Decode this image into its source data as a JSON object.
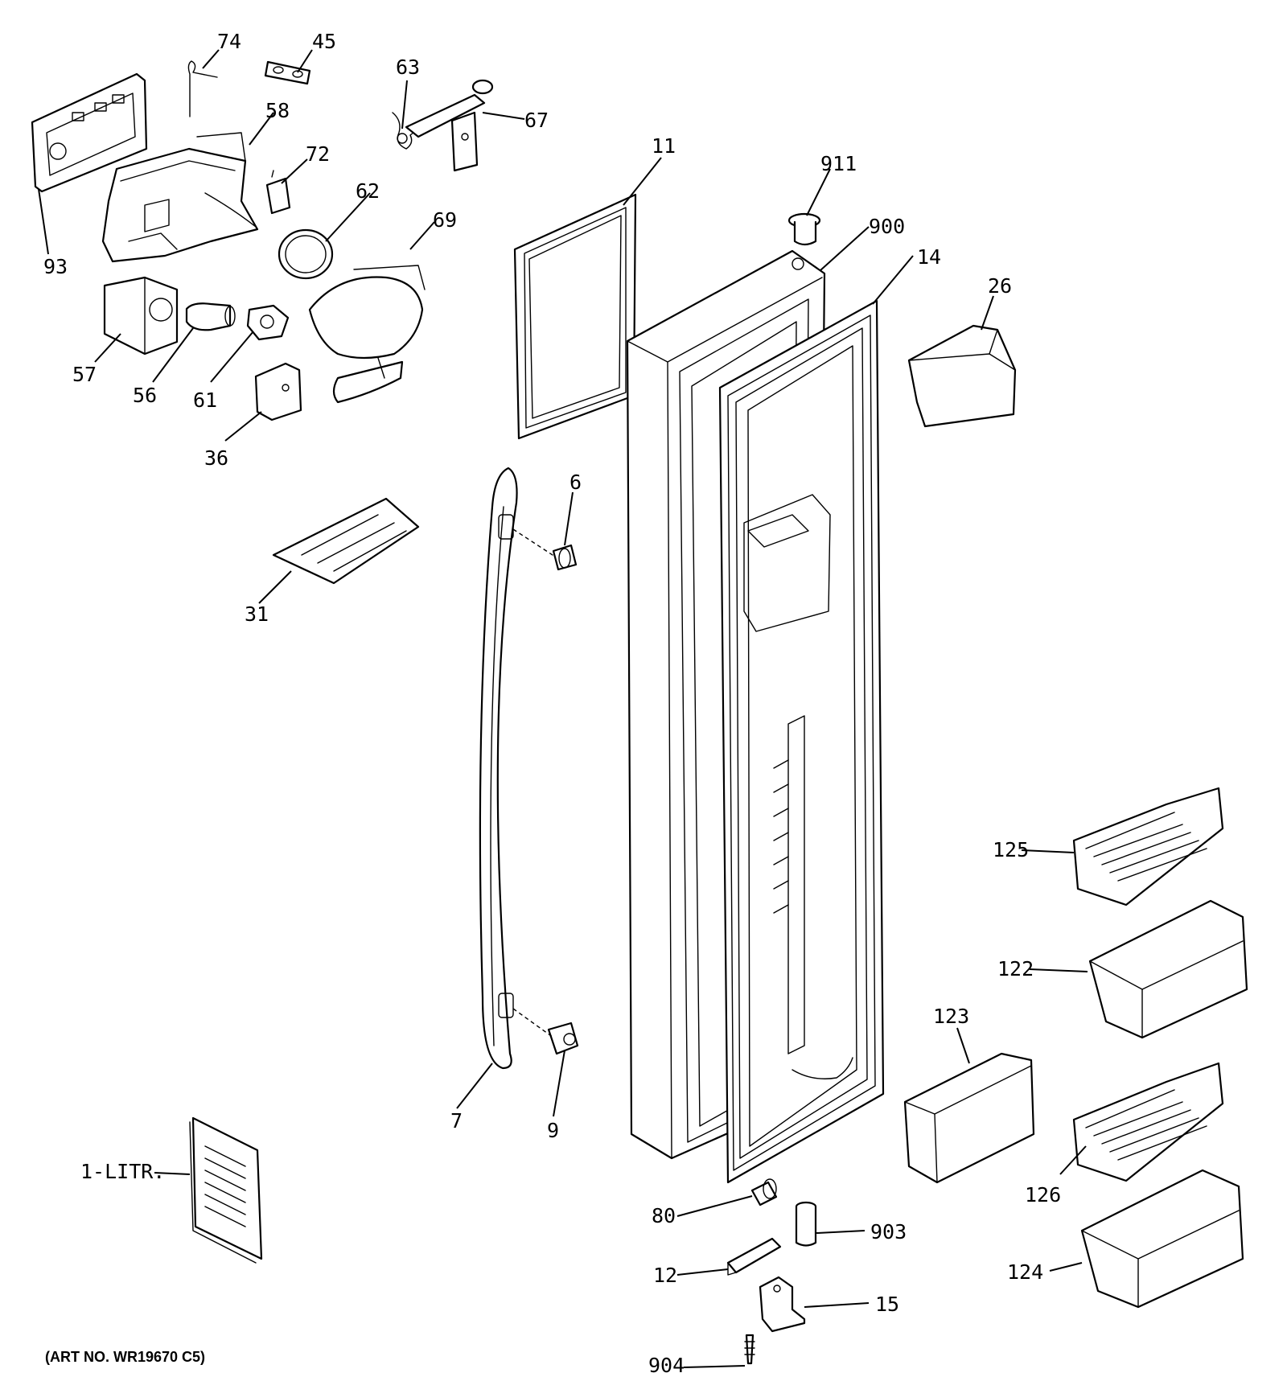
{
  "art_number": "(ART NO. WR19670 C5)",
  "callouts": {
    "c74": "74",
    "c45": "45",
    "c63": "63",
    "c67": "67",
    "c58": "58",
    "c72": "72",
    "c93": "93",
    "c62": "62",
    "c69": "69",
    "c57": "57",
    "c56": "56",
    "c61": "61",
    "c36": "36",
    "c11": "11",
    "c911": "911",
    "c900": "900",
    "c14": "14",
    "c26": "26",
    "c6": "6",
    "c31": "31",
    "c7": "7",
    "c9": "9",
    "c125": "125",
    "c122": "122",
    "c123": "123",
    "c126": "126",
    "c124": "124",
    "c1litr": "1-LITR.",
    "c80": "80",
    "c903": "903",
    "c12": "12",
    "c15": "15",
    "c904": "904"
  }
}
